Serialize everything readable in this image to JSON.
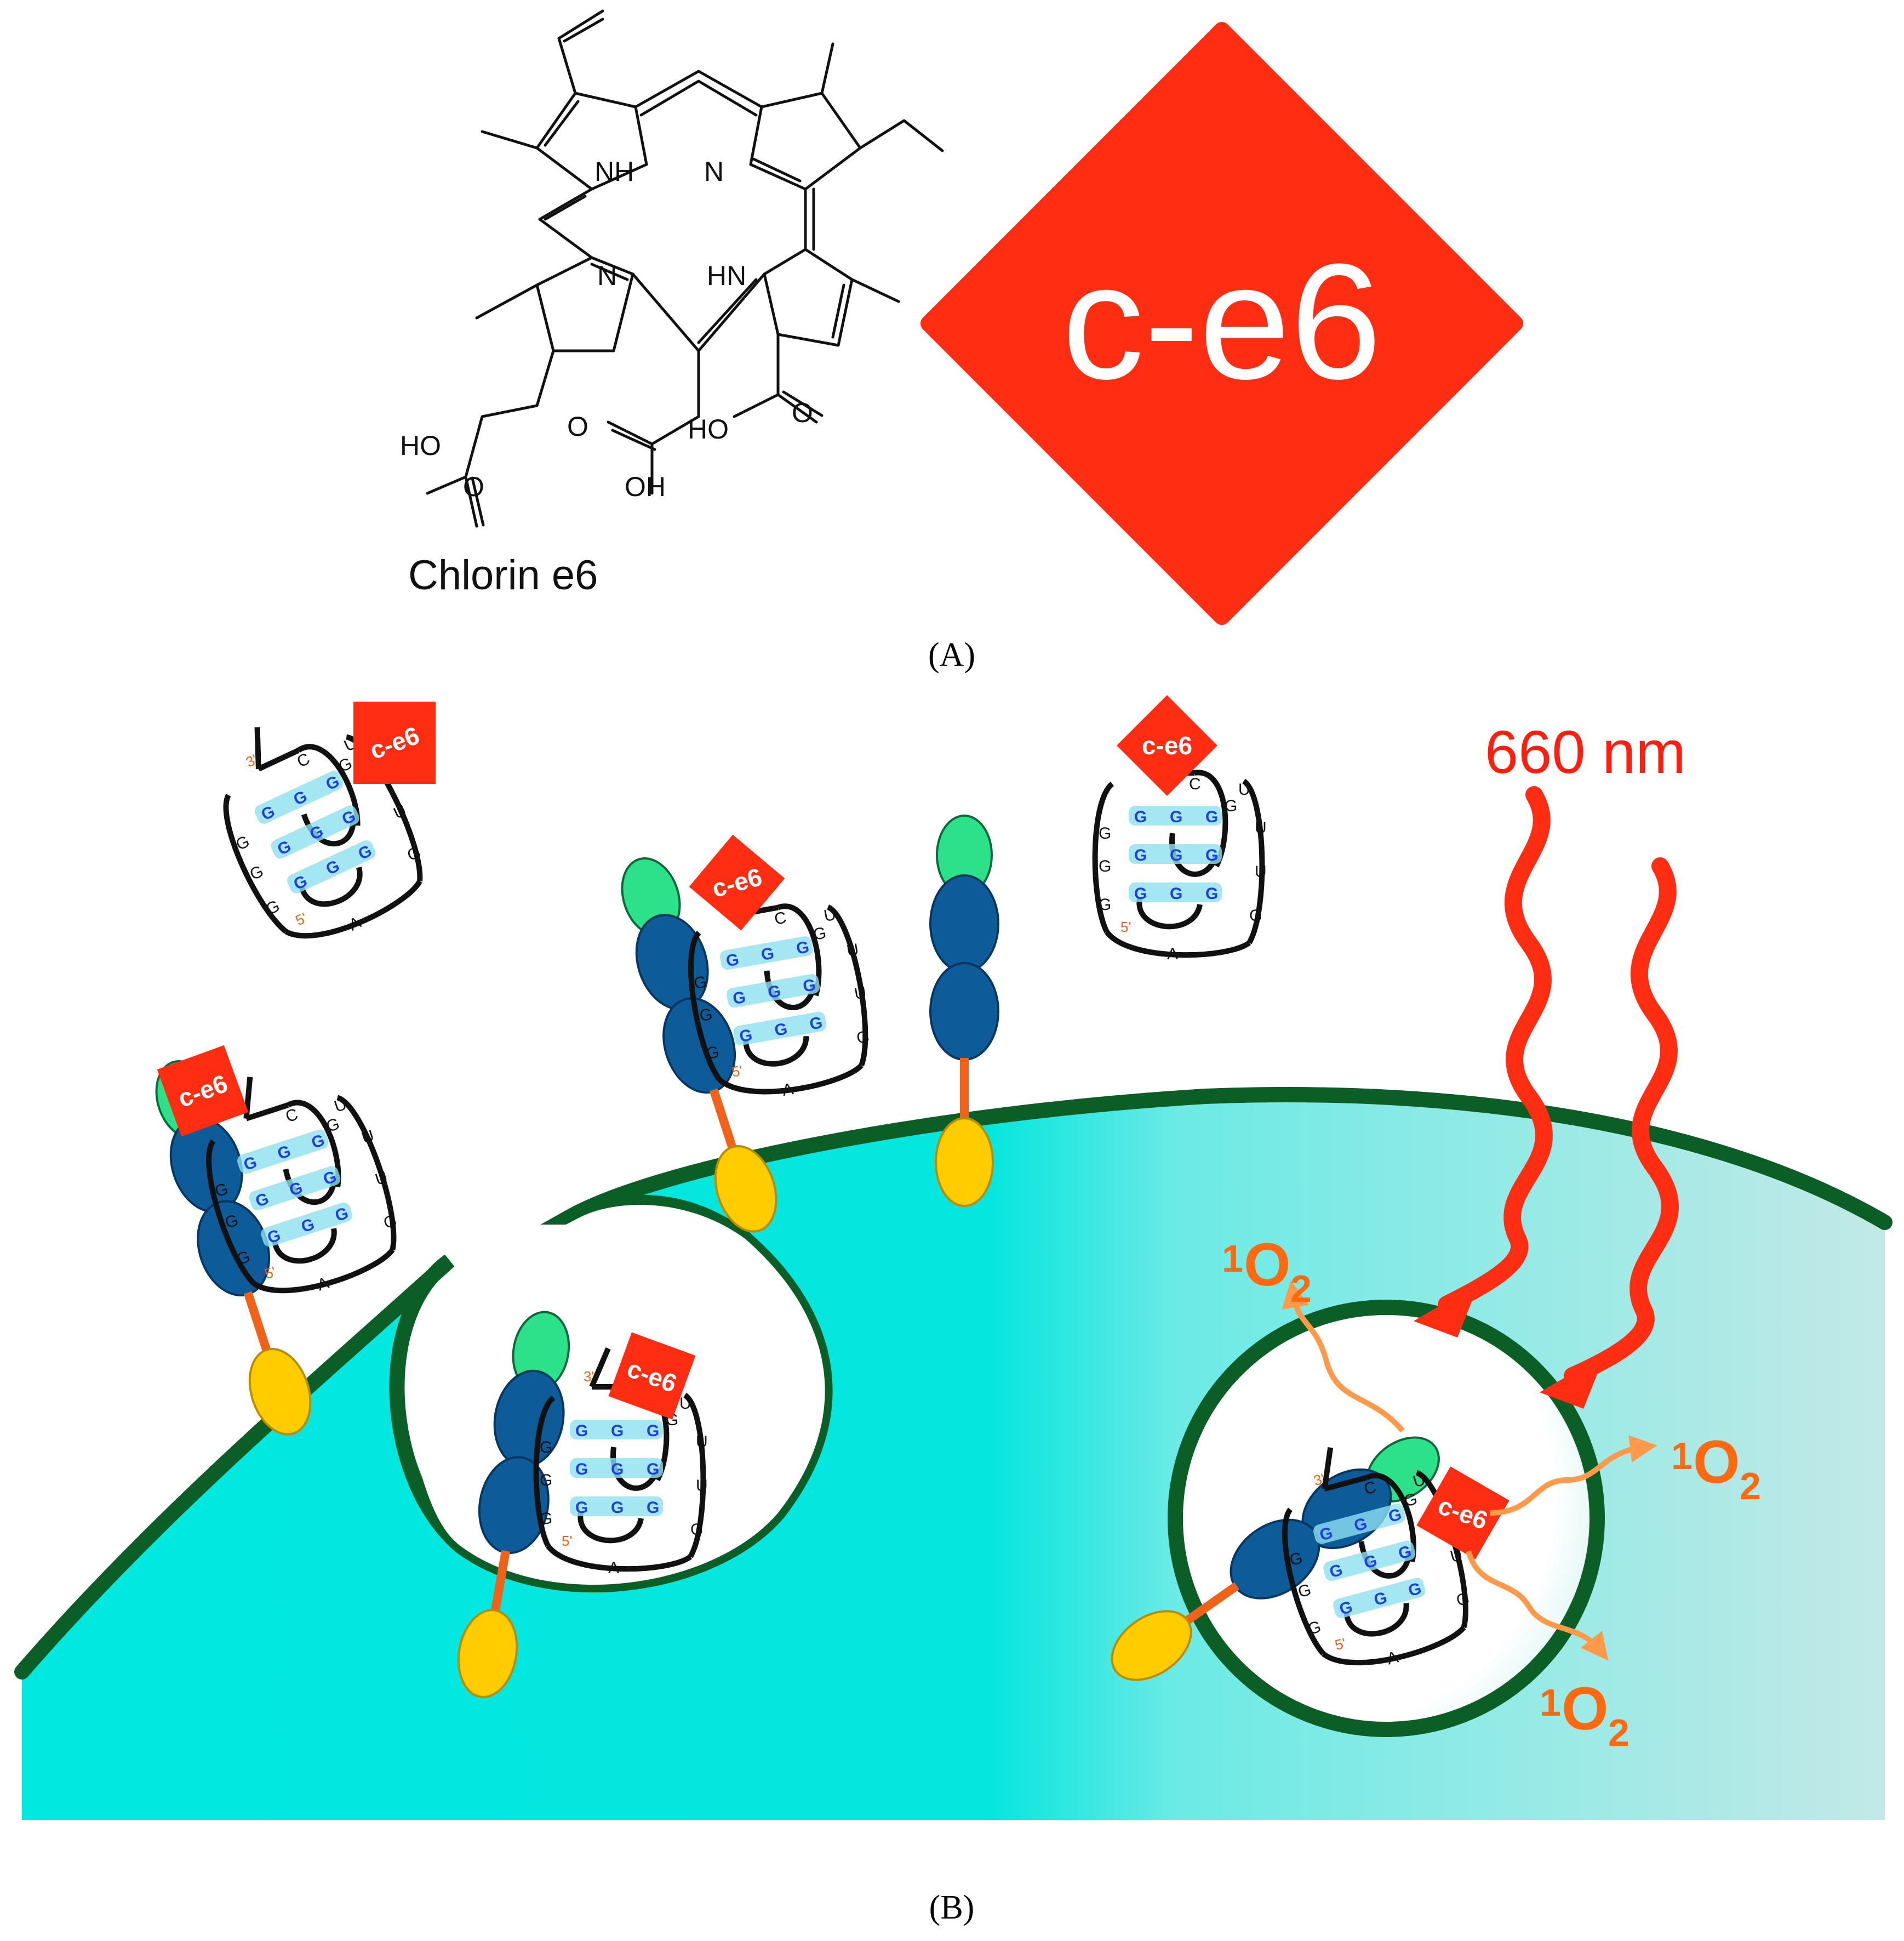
{
  "panel_a": {
    "label": "(A)",
    "molecule": {
      "name": "Chlorin e6",
      "atoms": {
        "nh_top": "NH",
        "n_top": "N",
        "n_mid": "N",
        "hn_mid": "HN",
        "ho_left": "HO",
        "o_left": "O",
        "o_mid": "O",
        "oh_mid": "OH",
        "ho_right": "HO",
        "o_right": "O"
      }
    },
    "tag_label": "c-e6"
  },
  "panel_b": {
    "label": "(B)",
    "light_label": "660 nm",
    "tag_label": "c-e6",
    "ros": {
      "superscript": "1",
      "symbol": "O",
      "subscript": "2"
    },
    "aptamer": {
      "five_prime": "5'",
      "three_prime": "3'",
      "loop_base": "A"
    }
  },
  "colors": {
    "tag_red": "#ff2d12",
    "membrane": "#0b5e26",
    "cytoplasm": "#00e8e0",
    "cytoplasm_light": "#bfe8e6",
    "receptor_green": "#2de08a",
    "receptor_blue": "#0d5b99",
    "receptor_yellow": "#ffcc00",
    "linker_orange": "#f0621a",
    "ros_orange": "#ff6a10",
    "quadruplex_cyan": "#8fe0f0"
  }
}
